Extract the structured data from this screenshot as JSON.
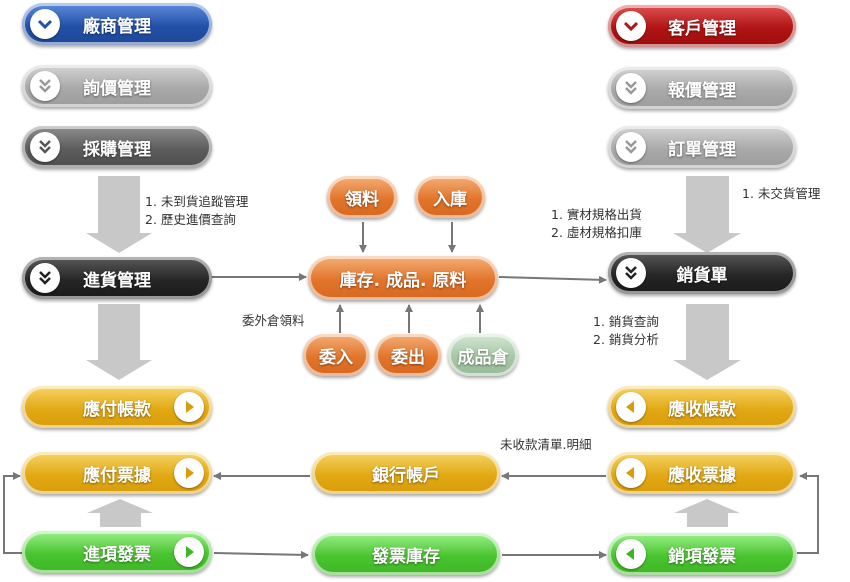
{
  "nodes": {
    "vendor_mgmt": "廠商管理",
    "inquiry_mgmt": "詢價管理",
    "purchase_mgmt": "採購管理",
    "receiving_mgmt": "進貨管理",
    "ap": "應付帳款",
    "ap_bills": "應付票據",
    "input_invoice": "進項發票",
    "material_issue": "領料",
    "warehouse_in": "入庫",
    "inventory": "庫存. 成品. 原料",
    "outsource_in": "委入",
    "outsource_out": "委出",
    "finished_wh": "成品倉",
    "bank_account": "銀行帳戶",
    "invoice_stock": "發票庫存",
    "customer_mgmt": "客戶管理",
    "quote_mgmt": "報價管理",
    "order_mgmt": "訂單管理",
    "sales_slip": "銷貨單",
    "ar": "應收帳款",
    "ar_bills": "應收票據",
    "output_invoice": "銷項發票"
  },
  "notes": {
    "purchase_1": "1. 未到貨追蹤管理",
    "purchase_2": "2. 歷史進價查詢",
    "outsource": "委外倉領料",
    "shipping_1": "1. 實材規格出貨",
    "shipping_2": "2. 虛材規格扣庫",
    "order_1": "1. 未交貨管理",
    "sales_1": "1. 銷貨查詢",
    "sales_2": "2. 銷貨分析",
    "ar_detail": "未收款清單.明細"
  },
  "icons": {
    "chevron": "chevron-down-icon",
    "play_right": "play-right-icon",
    "play_left": "play-left-icon"
  },
  "colors": {
    "blue": "#2351a8",
    "red": "#b01414",
    "grey": "#a9a9a9",
    "dark_grey": "#5c5c5c",
    "black": "#262626",
    "yellow": "#e2a914",
    "green": "#49c42f",
    "orange": "#e2742b",
    "mint": "#a6c6a6",
    "flow_arrow": "#c8c8c8",
    "line": "#777777"
  }
}
